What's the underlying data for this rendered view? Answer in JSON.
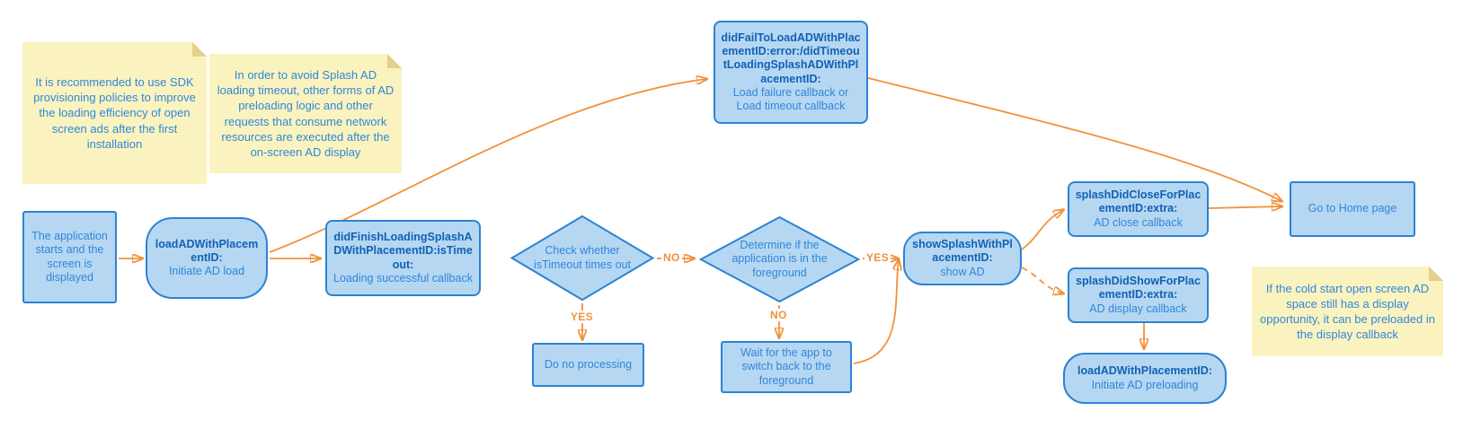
{
  "colors": {
    "node_fill": "#B6D7F2",
    "node_border": "#2B83D3",
    "text_strong": "#1062B4",
    "text_normal": "#2F87DA",
    "arrow": "#F0923B",
    "note_fill": "#FBF3BF",
    "note_fold": "#E3D089"
  },
  "notes": {
    "sdk_policy": "It is recommended to use SDK provisioning policies to improve the loading efficiency of open screen ads after the first installation",
    "avoid_timeout": "In order to avoid Splash AD loading timeout, other forms of AD preloading logic and other requests that consume network resources are executed after the on-screen AD display",
    "cold_start": "If the cold start open screen AD space still has a display opportunity, it can be preloaded in the display callback"
  },
  "nodes": {
    "app_start": {
      "text": "The application starts and the screen is displayed"
    },
    "load_ad": {
      "method": "loadADWithPlacementID:",
      "desc": "Initiate AD load"
    },
    "load_fail": {
      "method": "didFailToLoadADWithPlacementID:error:/didTimeoutLoadingSplashADWithPlacementID:",
      "desc": "Load failure callback or Load timeout callback"
    },
    "load_finish": {
      "method": "didFinishLoadingSplashADWithPlacementID:isTimeout:",
      "desc": "Loading successful callback"
    },
    "check_timeout": {
      "text": "Check whether isTimeout times out"
    },
    "do_nothing": {
      "text": "Do no processing"
    },
    "check_foreground": {
      "text": "Determine if the application is in the foreground"
    },
    "wait_foreground": {
      "text": "Wait for the app to switch back to the foreground"
    },
    "show_splash": {
      "method": "showSplashWithPlacementID:",
      "desc": "show AD"
    },
    "splash_close": {
      "method": "splashDidCloseForPlacementID:extra:",
      "desc": "AD close callback"
    },
    "splash_show": {
      "method": "splashDidShowForPlacementID:extra:",
      "desc": "AD display callback"
    },
    "preload_ad": {
      "method": "loadADWithPlacementID:",
      "desc": "Initiate AD preloading"
    },
    "go_home": {
      "text": "Go to Home page"
    }
  },
  "edge_labels": {
    "timeout_yes": "YES",
    "timeout_no": "NO",
    "foreground_yes": "YES",
    "foreground_no": "NO"
  }
}
